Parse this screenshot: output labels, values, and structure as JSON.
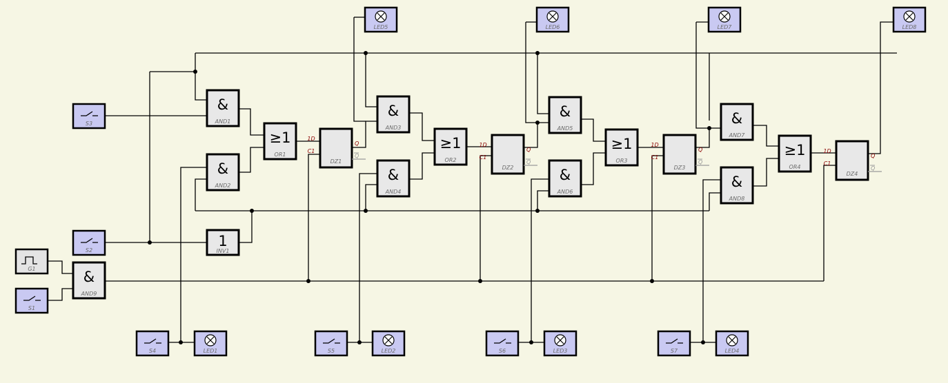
{
  "symbols": {
    "and": "&",
    "or": "≥1",
    "not": "1",
    "d": "1D",
    "c": "C1",
    "q": "Q",
    "qbar": "Q"
  },
  "switches": [
    "S3",
    "S2",
    "S1",
    "S4",
    "S5",
    "S6",
    "S7"
  ],
  "generator": "G1",
  "and_gates": [
    "AND1",
    "AND2",
    "AND3",
    "AND4",
    "AND5",
    "AND6",
    "AND7",
    "AND8",
    "AND9"
  ],
  "or_gates": [
    "OR1",
    "OR2",
    "OR3",
    "OR4"
  ],
  "inverter": "INV1",
  "flipflops": [
    "DZ1",
    "DZ2",
    "DZ3",
    "DZ4"
  ],
  "leds": [
    "LED1",
    "LED2",
    "LED3",
    "LED4",
    "LED5",
    "LED6",
    "LED7",
    "LED8"
  ]
}
